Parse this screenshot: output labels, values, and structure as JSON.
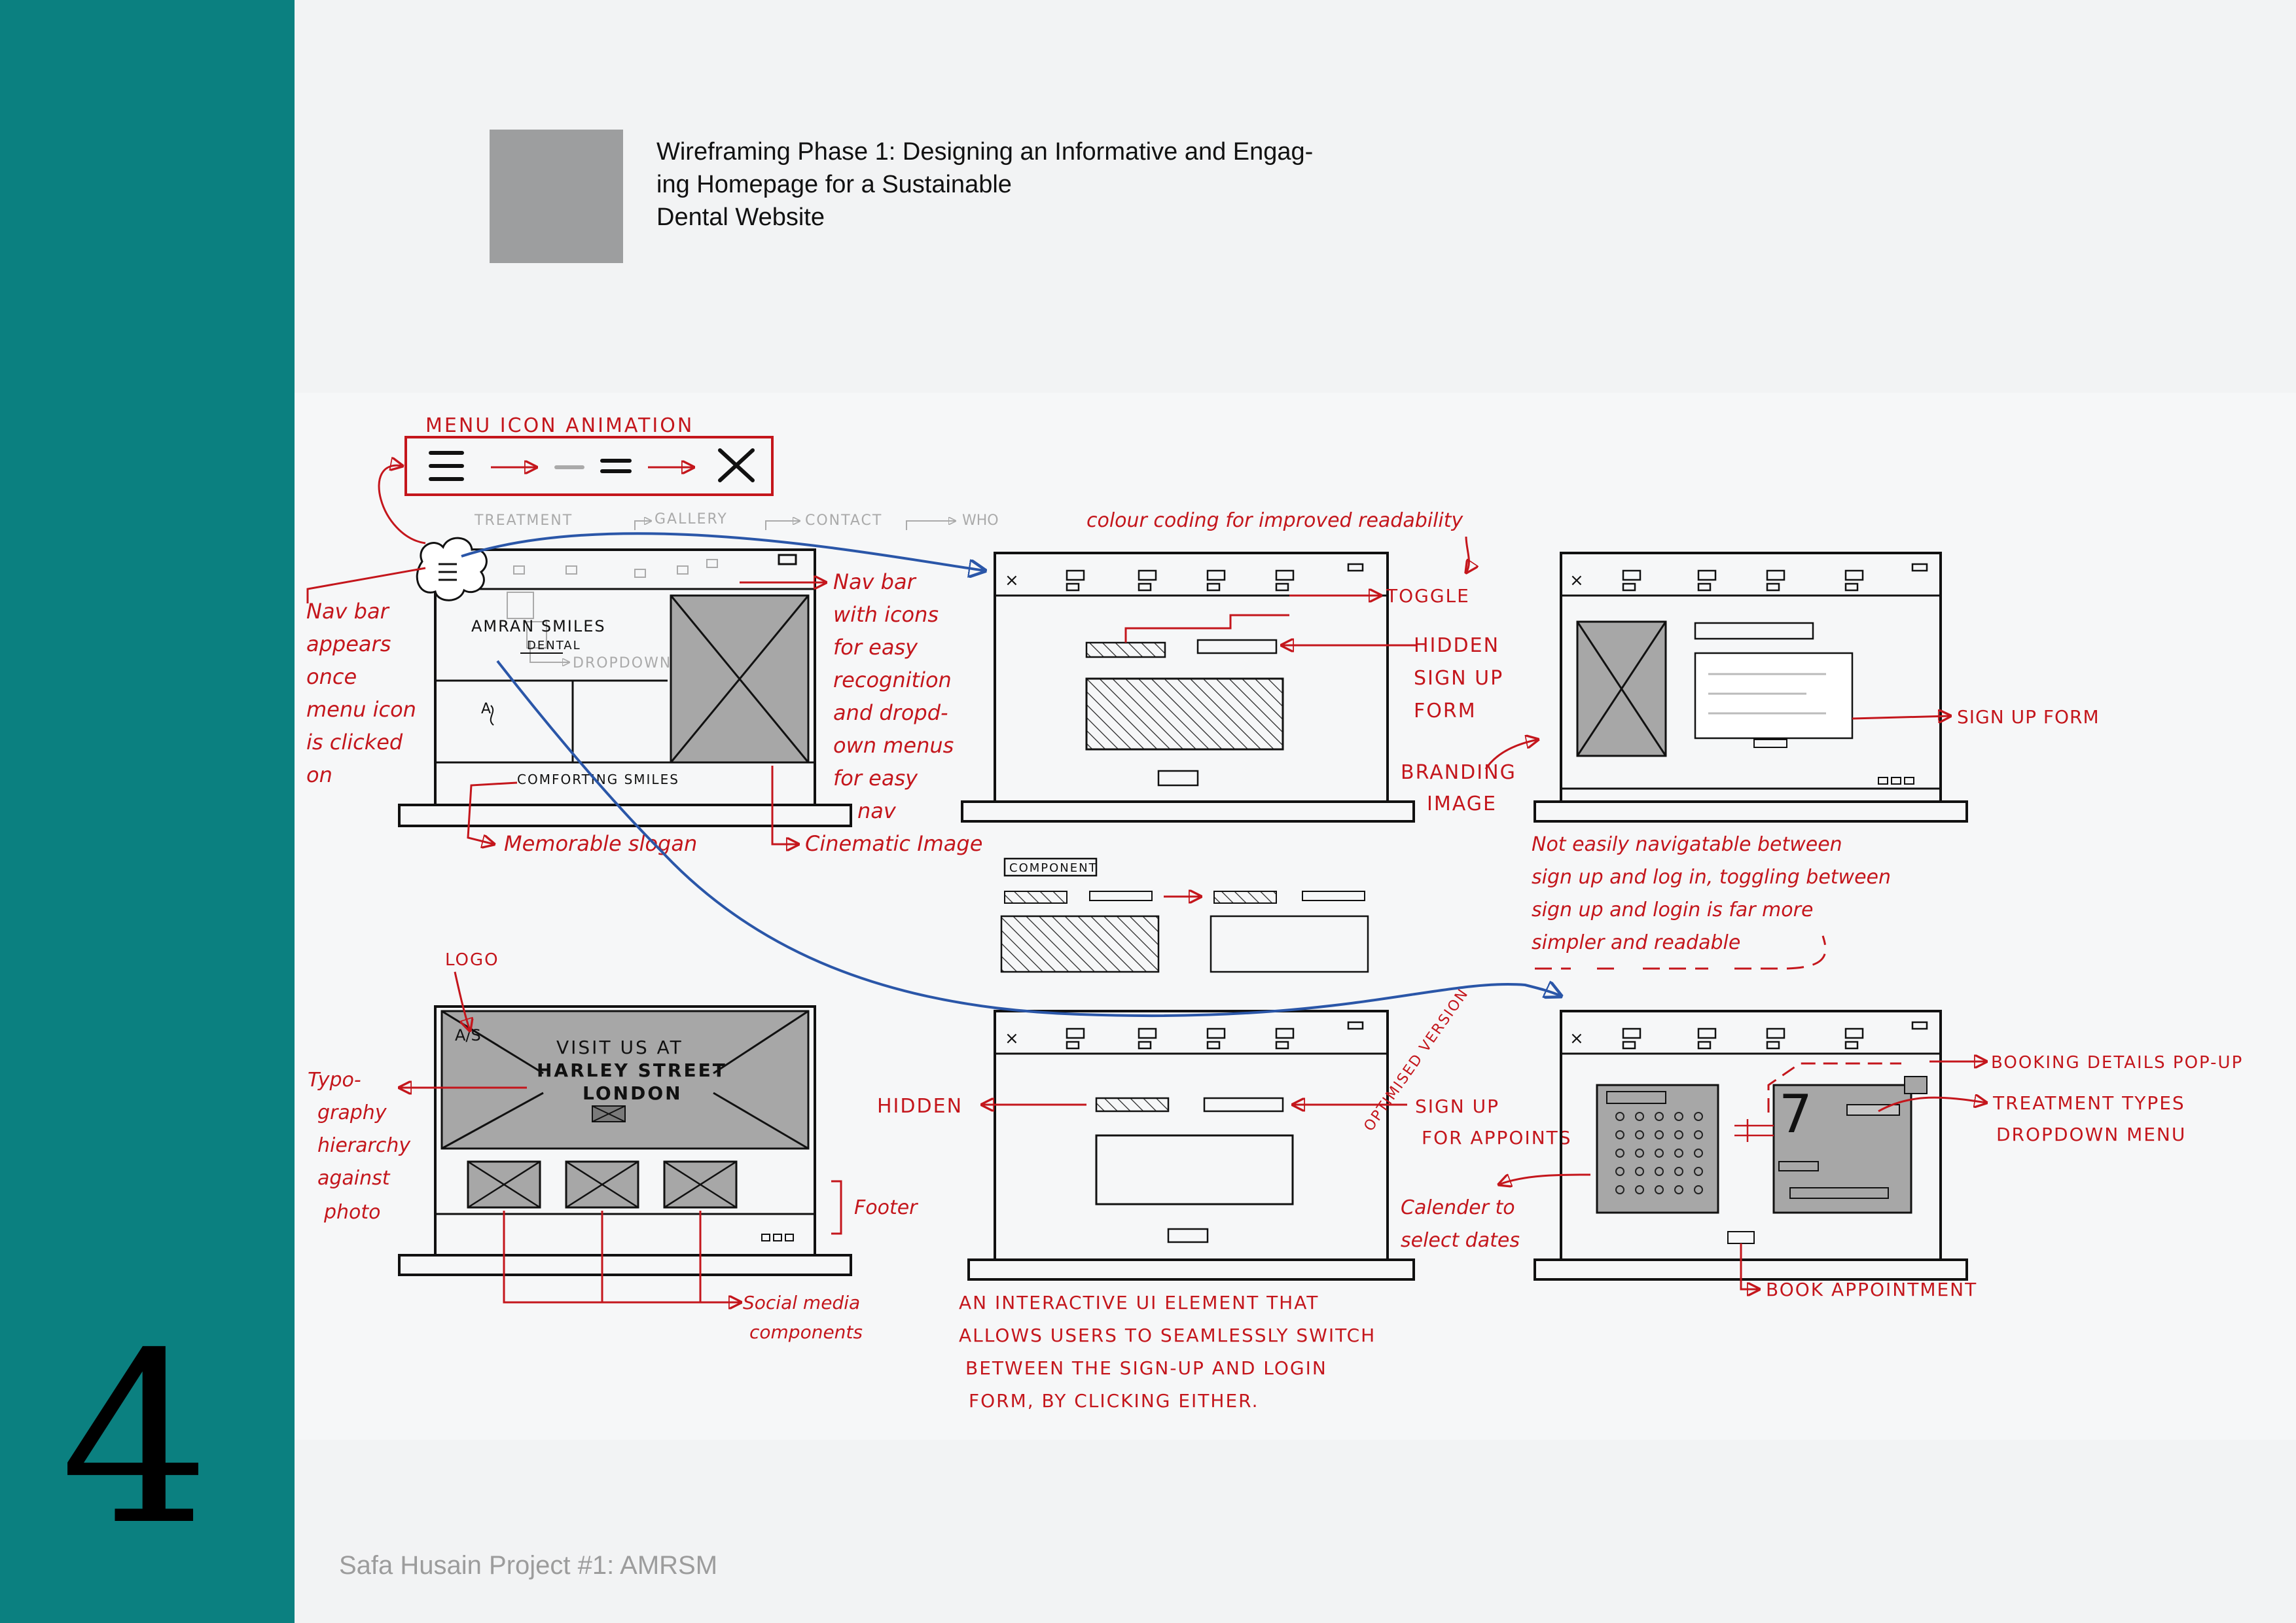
{
  "page": {
    "number": "4",
    "title_lines": [
      "Wireframing Phase 1: Designing an Informative and Engag-",
      "ing Homepage for a Sustainable",
      "Dental Website"
    ],
    "credit": "Safa Husain Project #1: AMRSM"
  },
  "colors": {
    "sidebar": "#0b8080",
    "annotation": "#c4161c",
    "flow_arrow": "#2a56a8",
    "swatch": "#9d9e9f"
  },
  "sketch": {
    "menu_animation_label": "MENU ICON ANIMATION",
    "nav_items": [
      "TREATMENT",
      "GALLERY",
      "CONTACT",
      "WHO"
    ],
    "dropdown_label": "DROPDOWN",
    "brand_name": "AMRAN SMILES",
    "brand_sub": "DENTAL",
    "logo_mark": "A/S",
    "slogan_in_frame": "COMFORTING SMILES",
    "visit_line1": "VISIT US AT",
    "visit_line2": "HARLEY STREET",
    "visit_line3": "LONDON",
    "component_label": "COMPONENT",
    "optimised_version": "OPTIMISED VERSION",
    "calendar_number": "7",
    "annotations": {
      "nav_appears": [
        "Nav bar",
        "appears",
        "once",
        "menu icon",
        "is clicked",
        "on"
      ],
      "nav_icons": [
        "Nav bar",
        "with icons",
        "for easy",
        "recognition",
        "and dropd-",
        "own menus",
        "for easy",
        "nav"
      ],
      "memorable_slogan": "Memorable slogan",
      "cinematic_image": "Cinematic Image",
      "colour_coding": "colour coding for improved readability",
      "toggle": "TOGGLE",
      "hidden_signup": [
        "HIDDEN",
        "SIGN UP",
        "FORM"
      ],
      "branding_image": [
        "BRANDING",
        "IMAGE"
      ],
      "signup_form": "SIGN UP FORM",
      "not_easily": [
        "Not easily navigatable between",
        "sign up and log in, toggling between",
        "sign up and login is far more",
        "simpler and readable"
      ],
      "logo": "LOGO",
      "typography": [
        "Typo-",
        "graphy",
        "hierarchy",
        "against",
        "photo"
      ],
      "footer": "Footer",
      "social_media": [
        "Social media",
        "components"
      ],
      "hidden": "HIDDEN",
      "signup_appt": [
        "SIGN UP",
        "FOR APPOINTS"
      ],
      "calendar": [
        "Calender to",
        "select dates"
      ],
      "booking_popup": "BOOKING DETAILS POP-UP",
      "treatment_types": [
        "TREATMENT TYPES",
        "DROPDOWN MENU"
      ],
      "book_appointment": "BOOK APPOINTMENT",
      "interactive_ui": [
        "AN INTERACTIVE UI ELEMENT THAT",
        "ALLOWS USERS TO SEAMLESSLY SWITCH",
        "BETWEEN THE SIGN-UP AND LOGIN",
        "FORM, BY CLICKING EITHER."
      ]
    }
  }
}
